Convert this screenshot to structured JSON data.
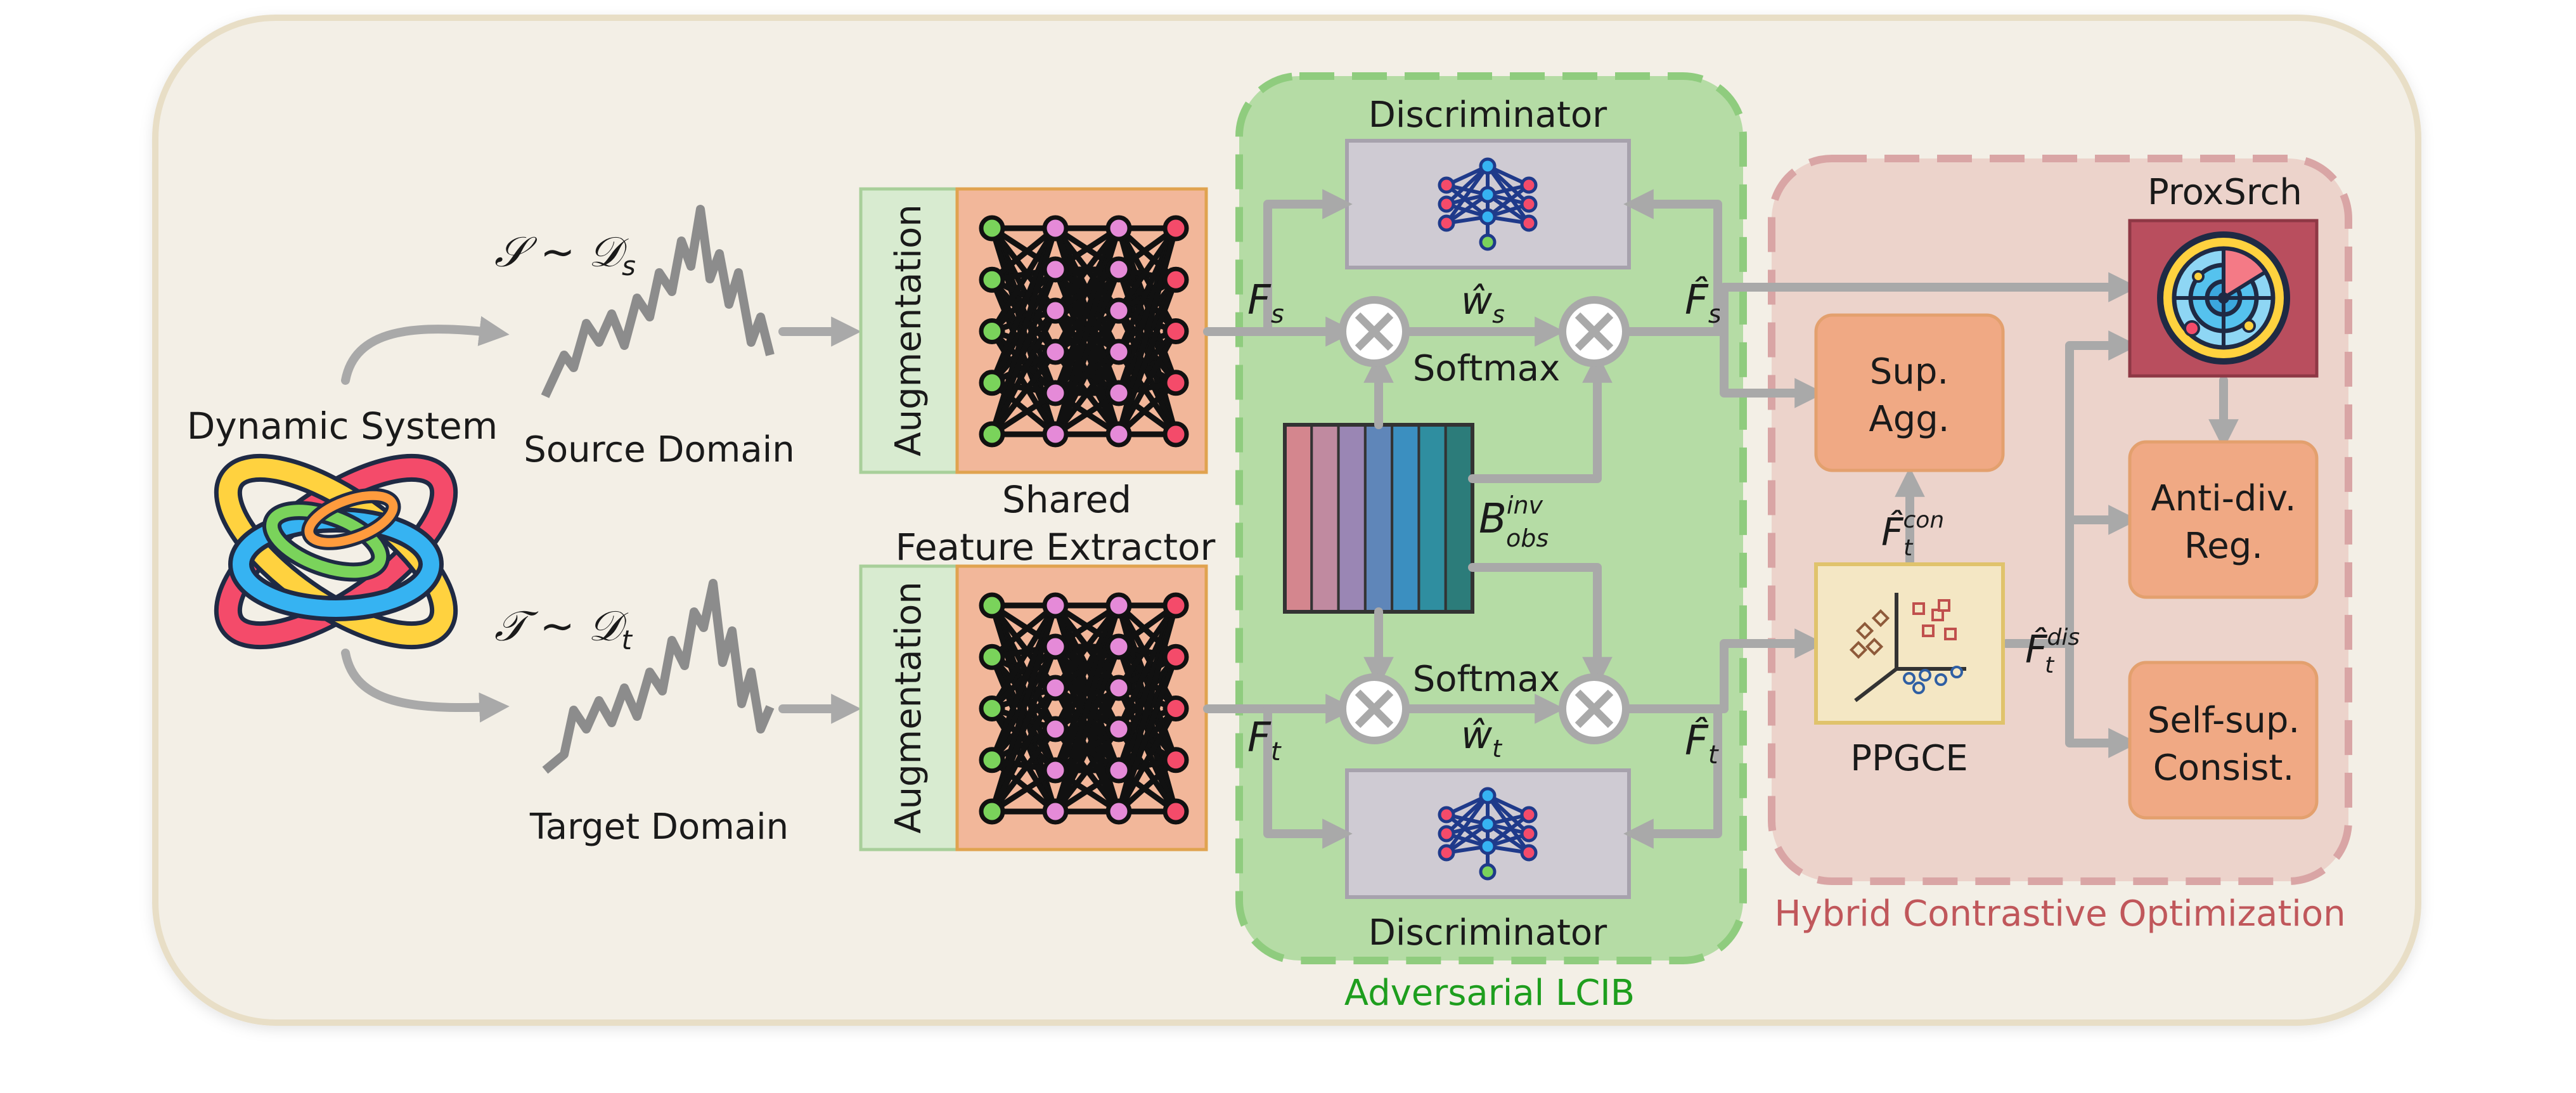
{
  "colors": {
    "frame_bg": "#f3efe6",
    "frame_border": "#e8dec6",
    "lcib_bg": "#b5dca5",
    "lcib_border": "#8fcc7e",
    "hco_bg": "#ecd3cb",
    "hco_border": "#d9a5a5",
    "extractor_fill": "#f2b79a",
    "augmentation_fill": "#d8ebd0",
    "discriminator_fill": "#cfcbd3",
    "module_fill": "#f0a984",
    "proxsrch_fill": "#b94e5e",
    "ppgce_fill": "#f4e7c4",
    "arrow": "#a9a9a9",
    "lcib_title_color": "#1e9e1e",
    "hco_title_color": "#c0575b"
  },
  "left": {
    "system_label": "Dynamic System",
    "source_math": "𝒮 ∼ 𝒟",
    "source_sub": "s",
    "source_label": "Source Domain",
    "target_math": "𝒯 ∼ 𝒟",
    "target_sub": "t",
    "target_label": "Target Domain"
  },
  "extractor": {
    "augmentation_label": "Augmentation",
    "shared_label_line1": "Shared",
    "shared_label_line2": "Feature Extractor"
  },
  "lcib": {
    "title": "Adversarial LCIB",
    "discriminator_top": "Discriminator",
    "discriminator_bottom": "Discriminator",
    "softmax_top": "Softmax",
    "softmax_bottom": "Softmax",
    "f_s": "F",
    "f_s_sub": "s",
    "f_t": "F",
    "f_t_sub": "t",
    "w_s": "ŵ",
    "w_s_sub": "s",
    "w_t": "ŵ",
    "w_t_sub": "t",
    "b_obs": "B",
    "b_obs_sup": "inv",
    "b_obs_sub": "obs",
    "fhat_s": "F̂",
    "fhat_s_sub": "s",
    "fhat_t": "F̂",
    "fhat_t_sub": "t",
    "bank_colors": [
      "#d4868e",
      "#c08aa0",
      "#9a86b4",
      "#5f86b9",
      "#3b8fc0",
      "#2f8ea0",
      "#2c7c7a"
    ]
  },
  "hco": {
    "title": "Hybrid Contrastive Optimization",
    "proxsrch_label": "ProxSrch",
    "sup_agg_line1": "Sup.",
    "sup_agg_line2": "Agg.",
    "ppgce_label": "PPGCE",
    "antidiv_line1": "Anti-div.",
    "antidiv_line2": "Reg.",
    "selfsup_line1": "Self-sup.",
    "selfsup_line2": "Consist.",
    "f_con": "F̂",
    "f_con_sub": "t",
    "f_con_sup": "con",
    "f_dis": "F̂",
    "f_dis_sub": "t",
    "f_dis_sup": "dis"
  },
  "icons": {
    "system": "colorful-knot-icon",
    "network": "neural-network-icon",
    "discriminator": "small-network-icon",
    "proxsrch": "radar-icon",
    "ppgce": "scatter-plot-icon",
    "multiply": "circle-times-icon"
  }
}
